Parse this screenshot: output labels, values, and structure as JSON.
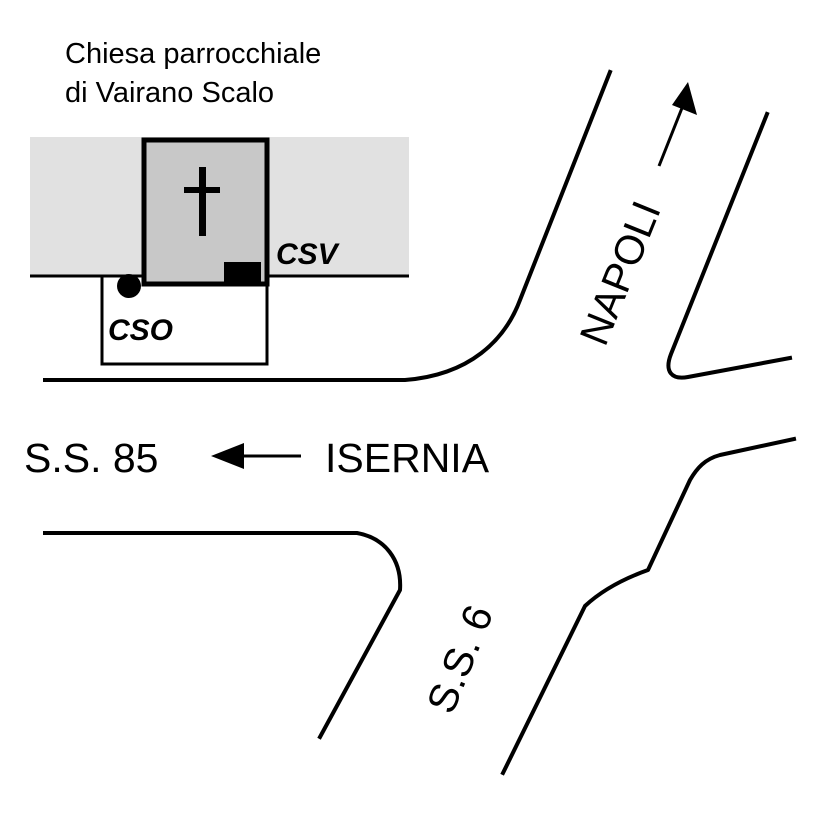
{
  "church": {
    "title_line1": "Chiesa parrocchiale",
    "title_line2": "di Vairano Scalo"
  },
  "markers": {
    "csv": "CSV",
    "cso": "CSO"
  },
  "roads": {
    "ss85": "S.S. 85",
    "isernia": "ISERNIA",
    "napoli": "NAPOLI",
    "ss6": "S.S. 6"
  },
  "icons": {
    "church": "cross-icon",
    "west_arrow": "arrow-left-icon",
    "napoli_arrow": "arrow-up-right-icon",
    "cso_marker": "dot-marker-icon",
    "csv_marker": "square-marker-icon"
  },
  "colors": {
    "area_fill": "#e1e1e1",
    "church_fill": "#c8c8c8",
    "line": "#000000"
  }
}
